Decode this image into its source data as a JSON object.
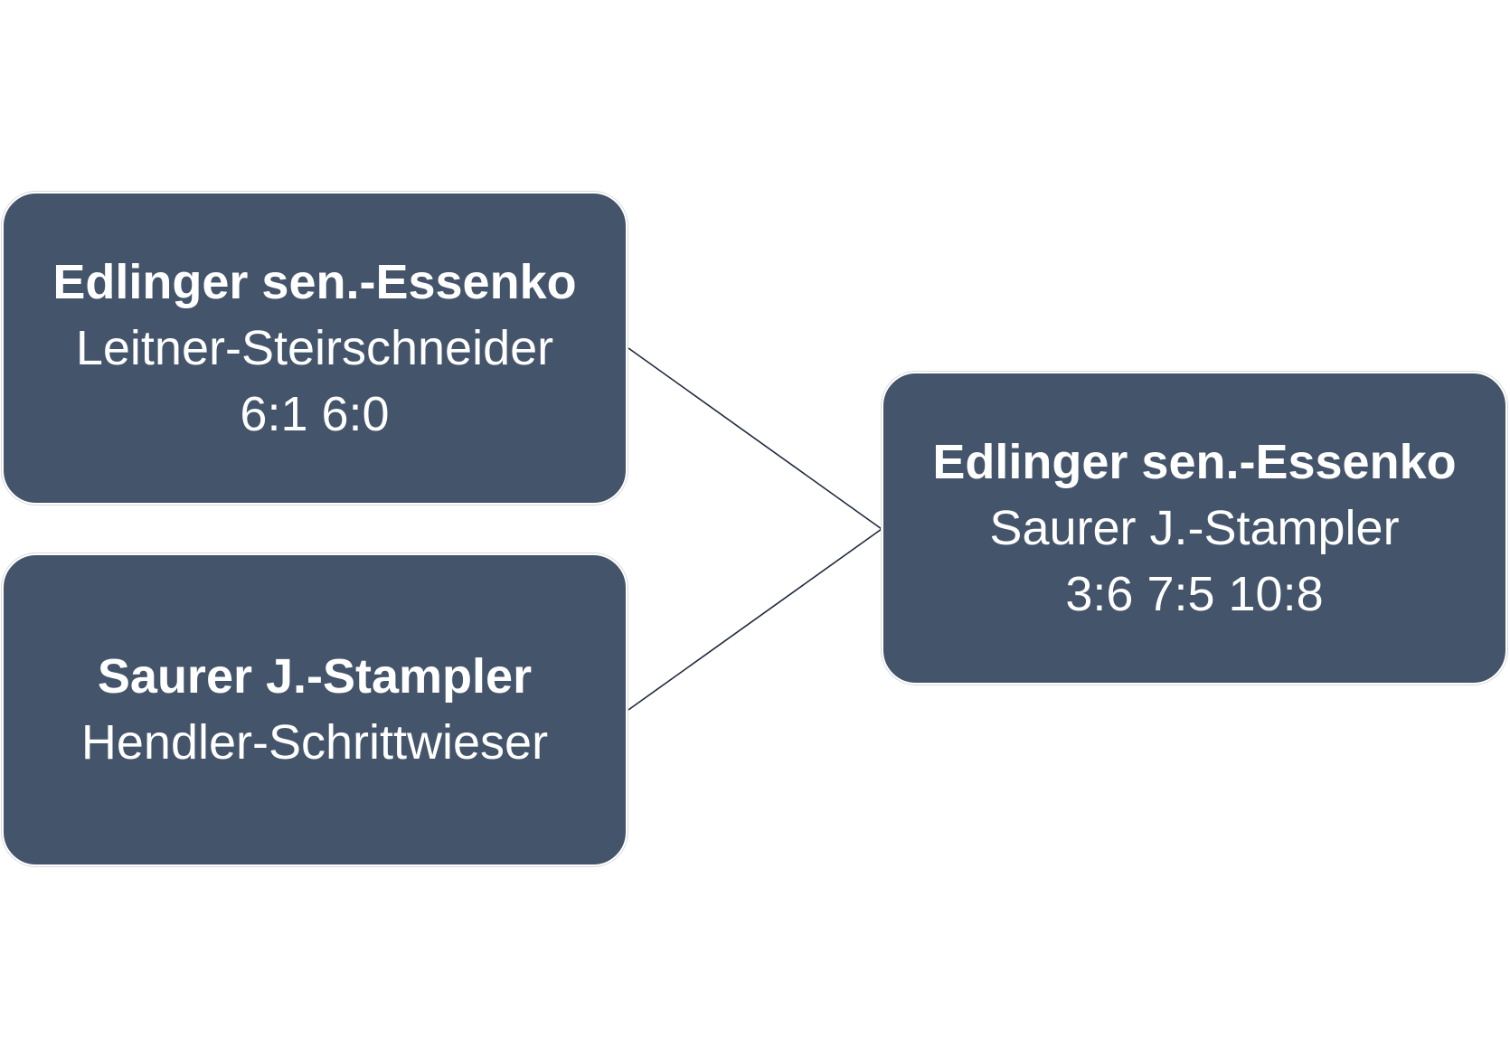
{
  "bracket": {
    "round1": [
      {
        "winner": "Edlinger sen.-Essenko",
        "loser": "Leitner-Steirschneider",
        "score": "6:1 6:0"
      },
      {
        "winner": "Saurer J.-Stampler",
        "loser": "Hendler-Schrittwieser",
        "score": ""
      }
    ],
    "final": {
      "winner": "Edlinger sen.-Essenko",
      "loser": "Saurer J.-Stampler",
      "score": "3:6 7:5 10:8"
    }
  },
  "colors": {
    "box_fill": "#44546a",
    "text": "#ffffff",
    "connector": "#1f2a3a"
  }
}
